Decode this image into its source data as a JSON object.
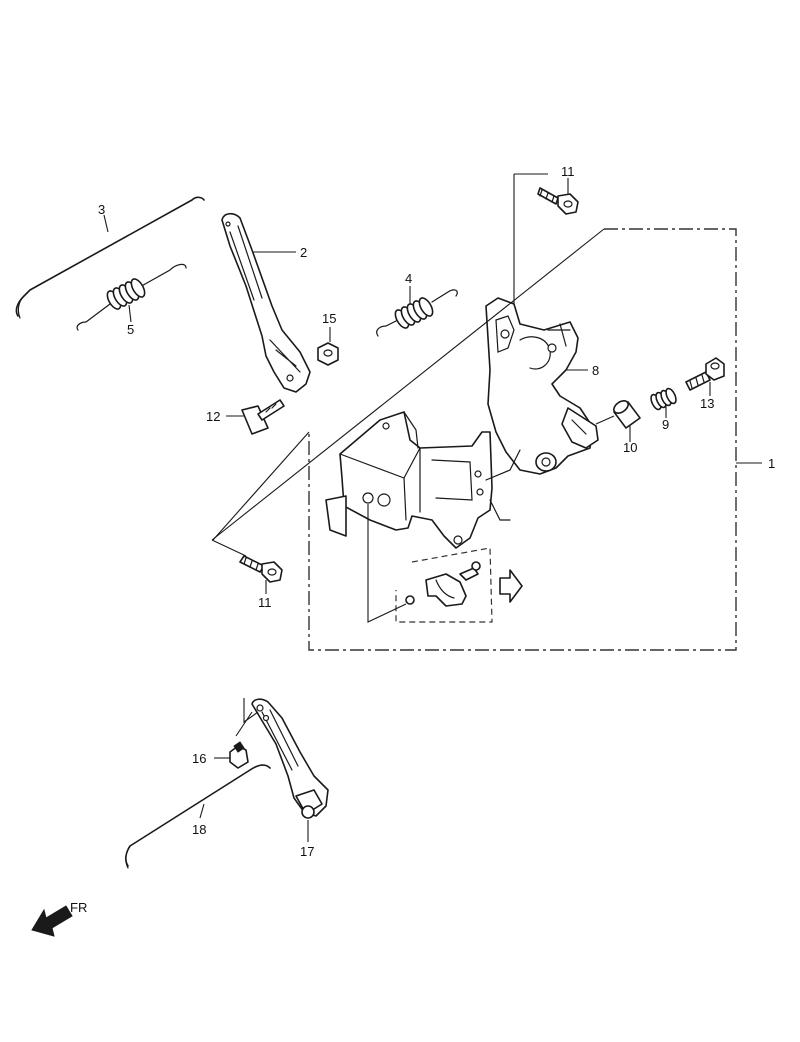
{
  "callouts": {
    "c1": "1",
    "c2": "2",
    "c3": "3",
    "c4": "4",
    "c5": "5",
    "c8": "8",
    "c9": "9",
    "c10": "10",
    "c11a": "11",
    "c11b": "11",
    "c12": "12",
    "c13": "13",
    "c15": "15",
    "c16": "16",
    "c17": "17",
    "c18": "18"
  },
  "direction_label": "FR",
  "colors": {
    "line": "#1a1a1a",
    "background": "#ffffff"
  },
  "icons": {
    "direction": "front-arrow-icon",
    "hint": "outline-arrow-icon"
  }
}
